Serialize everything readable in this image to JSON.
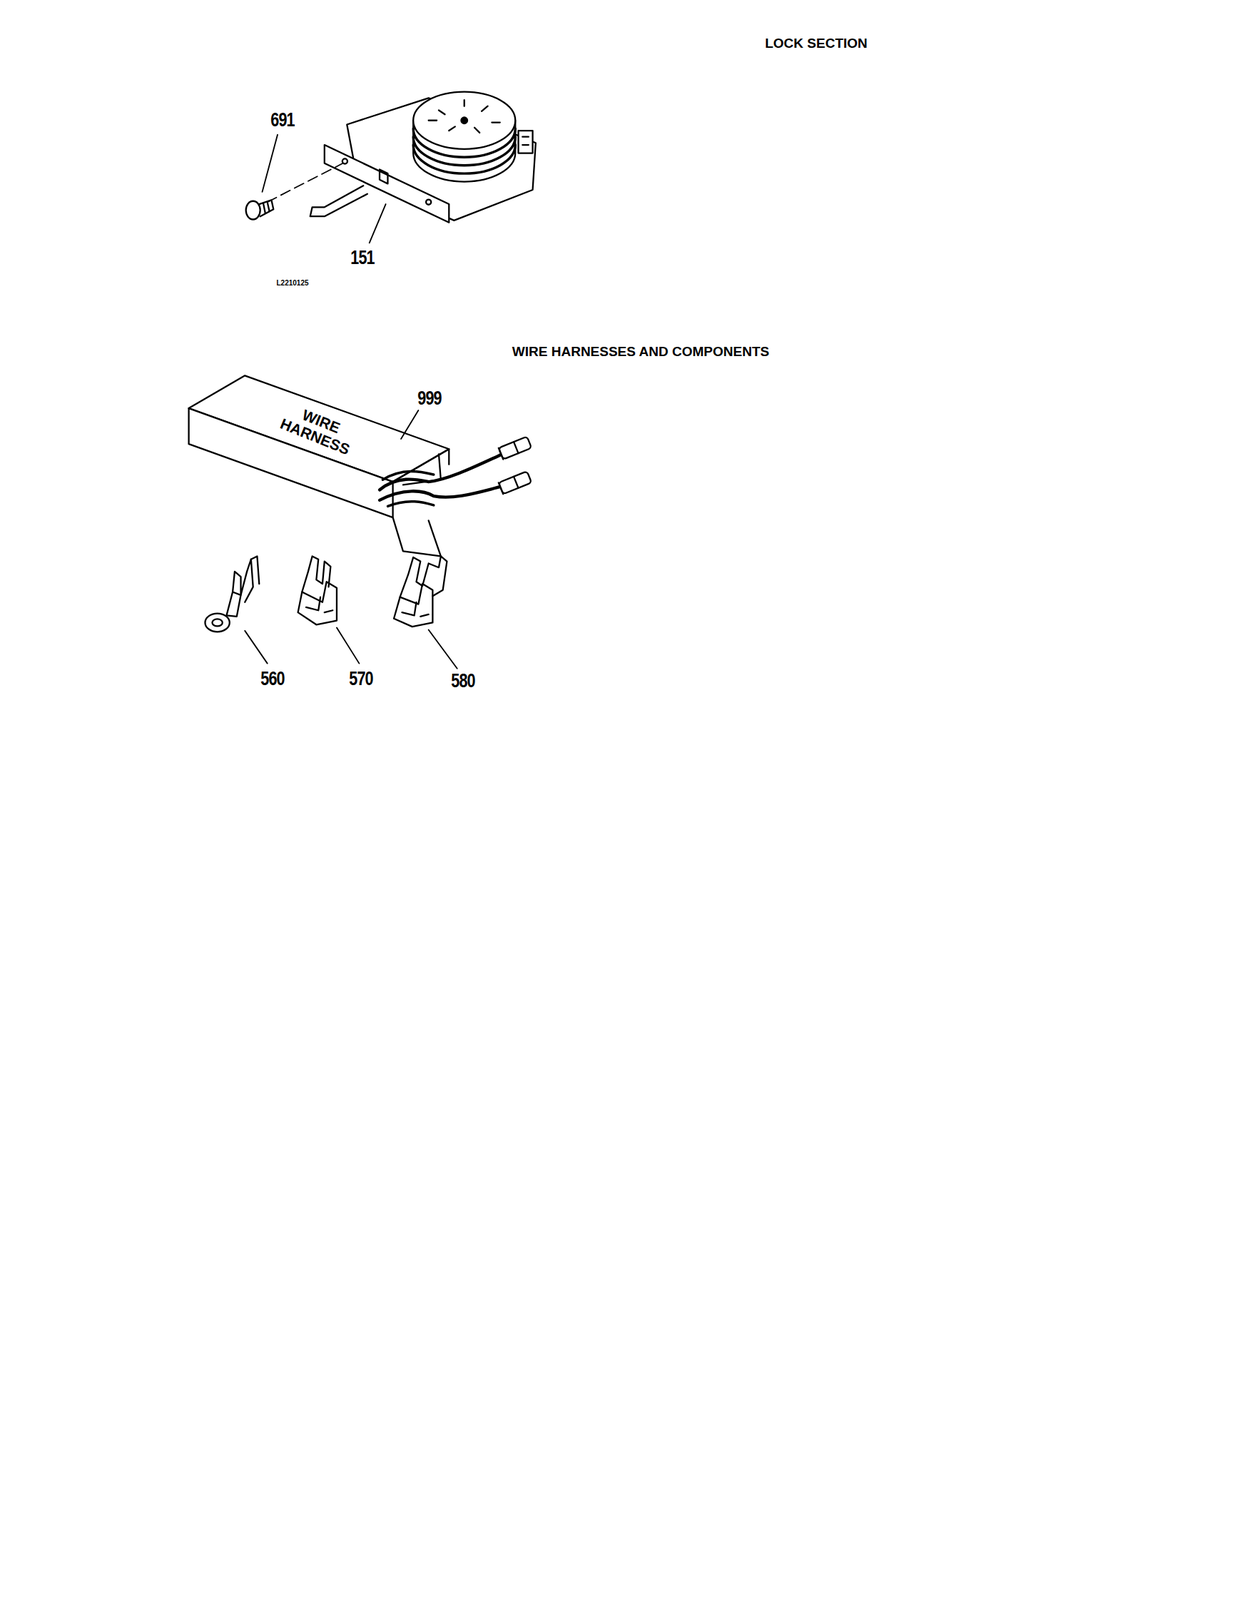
{
  "diagram": {
    "title": "LOCK SECTION",
    "labels": [
      "WIRE HARNESSES AND COMPONENTS",
      "691",
      "151",
      "L2210125",
      "999",
      "WIRE HARNESS",
      "560",
      "570",
      "580"
    ]
  }
}
